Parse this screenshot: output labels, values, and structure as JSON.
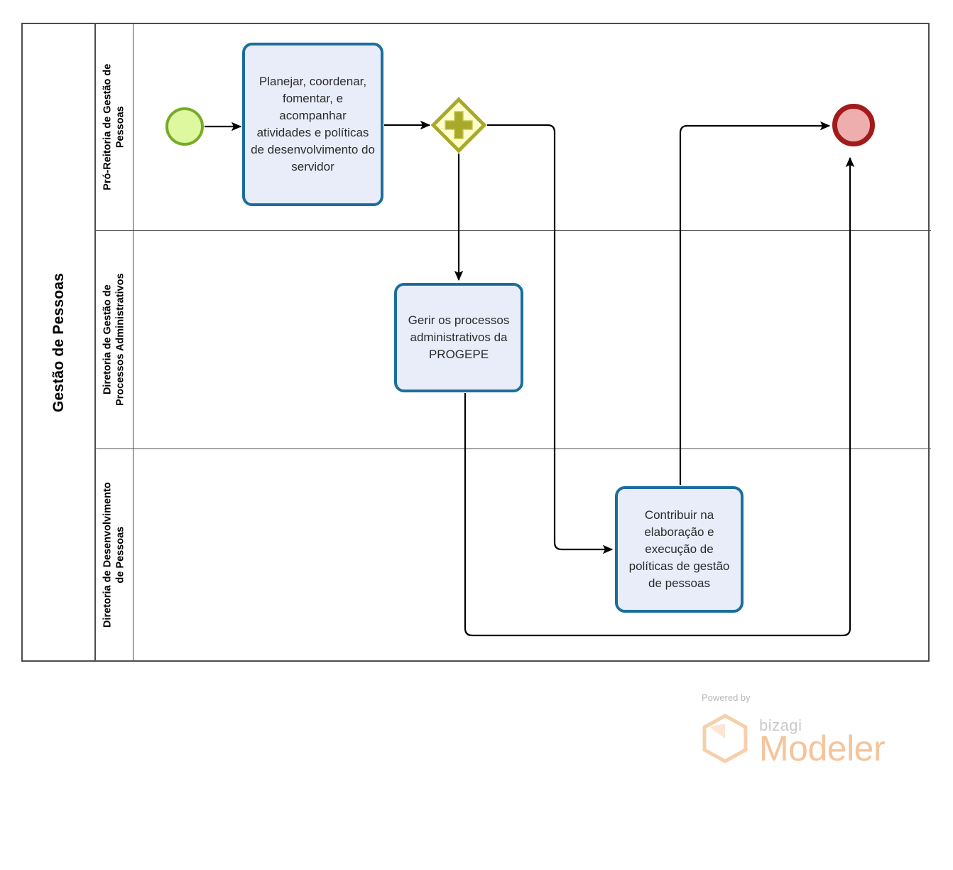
{
  "diagram": {
    "type": "bpmn-process",
    "pool": {
      "title": "Gestão de Pessoas"
    },
    "lanes": [
      {
        "id": "lane-pro-reitoria",
        "label": "Pró-Reitoria de Gestão de\nPessoas"
      },
      {
        "id": "lane-processos-administrativos",
        "label": "Diretoria de Gestão de\nProcessos Administrativos"
      },
      {
        "id": "lane-desenvolvimento",
        "label": "Diretoria de Desenvolvimento\nde Pessoas"
      }
    ],
    "nodes": {
      "start_event": {
        "type": "start-event",
        "label": "",
        "lane": "lane-pro-reitoria"
      },
      "task_1": {
        "type": "task",
        "label": "Planejar, coordenar, fomentar, e acompanhar atividades e políticas de desenvolvimento do servidor",
        "lane": "lane-pro-reitoria"
      },
      "gateway": {
        "type": "parallel-gateway",
        "label": "",
        "lane": "lane-pro-reitoria"
      },
      "task_2": {
        "type": "task",
        "label": "Gerir os processos administrativos da PROGEPE",
        "lane": "lane-processos-administrativos"
      },
      "task_3": {
        "type": "task",
        "label": "Contribuir na elaboração e execução de políticas de gestão de pessoas",
        "lane": "lane-desenvolvimento"
      },
      "end_event": {
        "type": "end-event",
        "label": "",
        "lane": "lane-pro-reitoria"
      }
    },
    "flows": [
      {
        "from": "start_event",
        "to": "task_1"
      },
      {
        "from": "task_1",
        "to": "gateway"
      },
      {
        "from": "gateway",
        "to": "task_2"
      },
      {
        "from": "gateway",
        "to": "task_3"
      },
      {
        "from": "task_2",
        "to": "end_event"
      },
      {
        "from": "task_3",
        "to": "end_event"
      }
    ]
  },
  "colors": {
    "pool_border": "#4d4d4d",
    "lane_border": "#4d4d4d",
    "task_border": "#1b6e9c",
    "task_fill": "#e9edfa",
    "start_border": "#77ab29",
    "start_fill": "#ddf89f",
    "end_border": "#a21a1a",
    "end_fill": "#efaeae",
    "gateway_border": "#a8a82b",
    "gateway_fill": "#ffffcc",
    "flow_line": "#000000",
    "watermark_accent": "#f5c49b"
  },
  "watermark": {
    "powered_by": "Powered by",
    "brand": "bizagi",
    "product": "Modeler"
  }
}
